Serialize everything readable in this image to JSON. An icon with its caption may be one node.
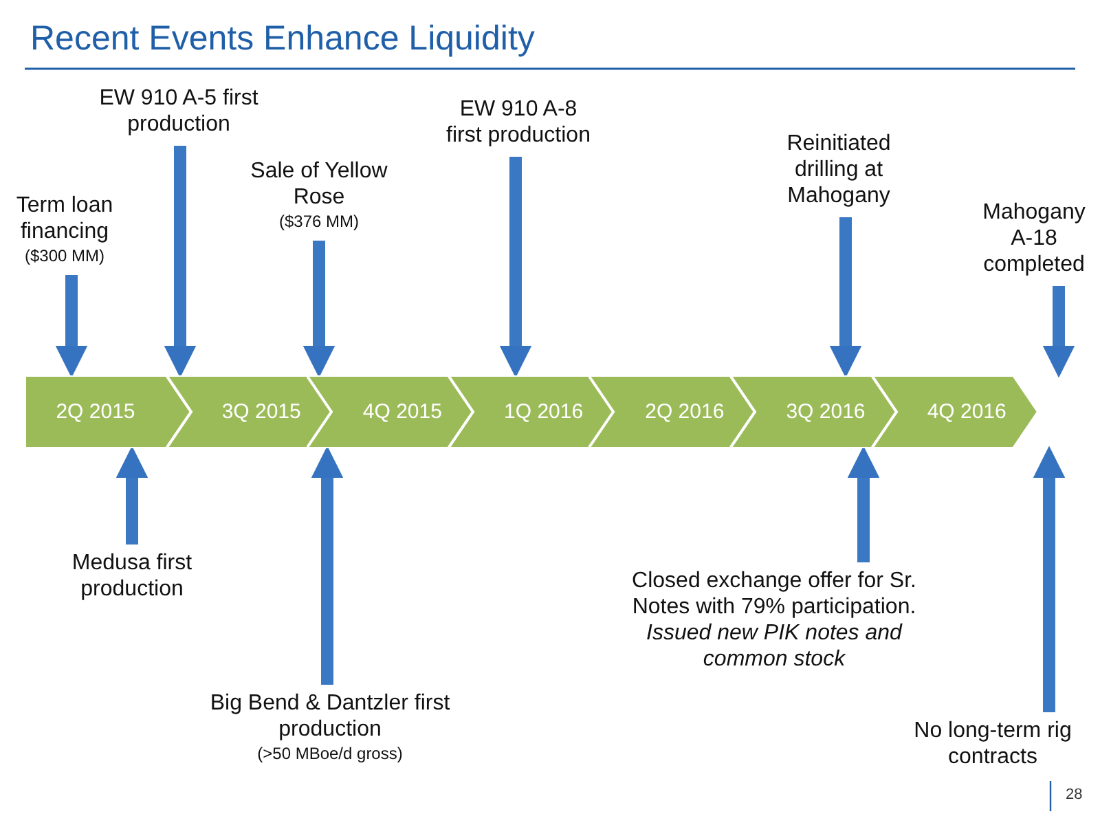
{
  "diagram": {
    "title": "Recent Events Enhance Liquidity",
    "nodes": [
      {
        "text": [
          "2Q 2015"
        ]
      },
      {
        "text": [
          "3Q 2015"
        ]
      },
      {
        "text": [
          "4Q 2015"
        ]
      },
      {
        "text": [
          "1Q 2016"
        ]
      },
      {
        "text": [
          "2Q 2016"
        ]
      },
      {
        "text": [
          "3Q 2016"
        ]
      },
      {
        "text": [
          "4Q 2016"
        ]
      },
      {
        "text": [
          "Term loan financing",
          "($300 MM)"
        ]
      },
      {
        "text": [
          "EW 910 A-5 first production"
        ]
      },
      {
        "text": [
          "Sale of Yellow Rose",
          "($376 MM)"
        ]
      },
      {
        "text": [
          "EW 910 A-8 first production"
        ]
      },
      {
        "text": [
          "Reinitiated drilling at Mahogany"
        ]
      },
      {
        "text": [
          "Mahogany A-18 completed"
        ]
      },
      {
        "text": [
          "Medusa first production"
        ]
      },
      {
        "text": [
          "Big Bend & Dantzler first production",
          "(>50 MBoe/d gross)"
        ]
      },
      {
        "text": [
          "Closed exchange offer for Sr. Notes with 79% participation.",
          "Issued new PIK notes and common stock"
        ]
      },
      {
        "text": [
          "No long-term rig contracts"
        ]
      }
    ],
    "edges": [
      {
        "from": 7,
        "to": 0,
        "arrow": "to"
      },
      {
        "from": 8,
        "to": 0,
        "arrow": "to"
      },
      {
        "from": 9,
        "to": 1,
        "arrow": "to"
      },
      {
        "from": 10,
        "to": 3,
        "arrow": "to"
      },
      {
        "from": 11,
        "to": 5,
        "arrow": "to"
      },
      {
        "from": 12,
        "to": 6,
        "arrow": "to"
      },
      {
        "from": 13,
        "to": 0,
        "arrow": "to"
      },
      {
        "from": 14,
        "to": 2,
        "arrow": "to"
      },
      {
        "from": 15,
        "to": 5,
        "arrow": "to"
      },
      {
        "from": 16,
        "to": 6,
        "arrow": "to"
      }
    ],
    "labels": [
      "28"
    ]
  }
}
